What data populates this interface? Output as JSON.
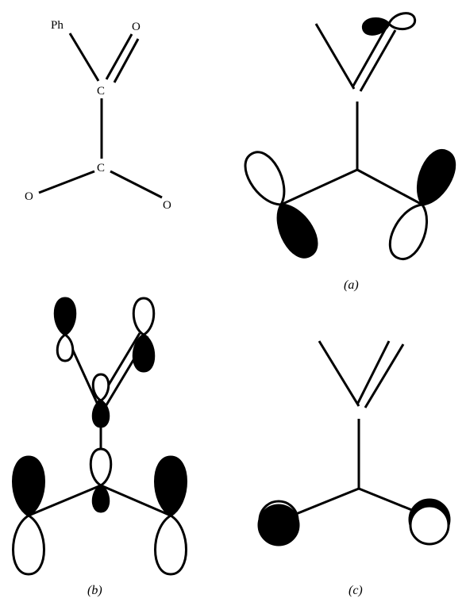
{
  "structure": {
    "atoms": {
      "ph": "Ph",
      "o_carbonyl": "O",
      "c_upper": "C",
      "c_lower": "C",
      "o_left": "O",
      "o_right": "O"
    }
  },
  "panels": {
    "a": "(a)",
    "b": "(b)",
    "c": "(c)"
  }
}
